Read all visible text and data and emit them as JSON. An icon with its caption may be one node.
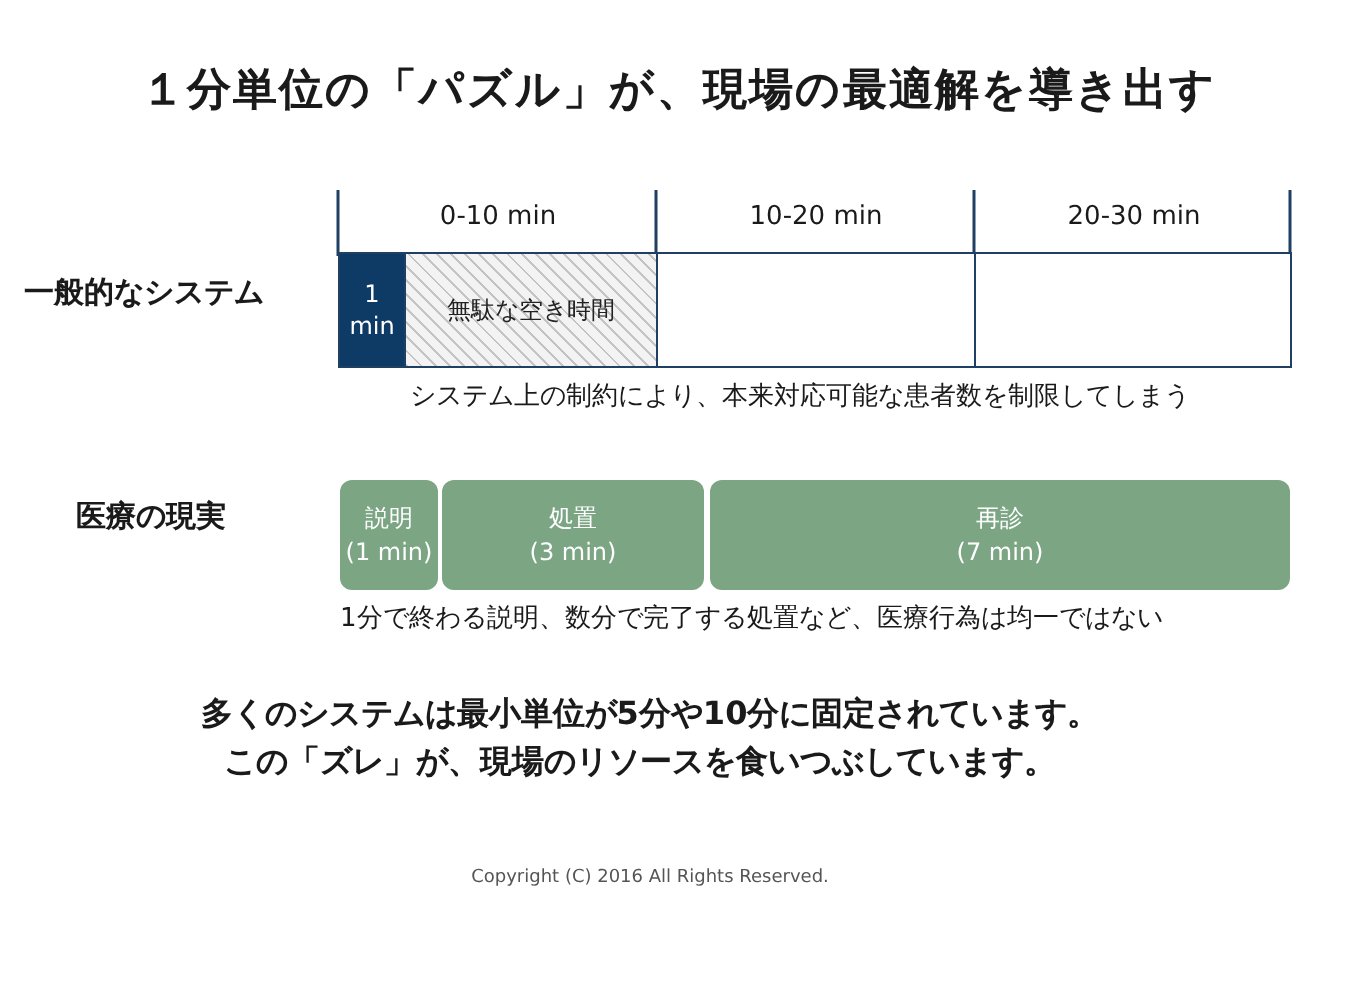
{
  "diagram": {
    "title": "１分単位の「パズル」が、現場の最適解を導き出す",
    "nodes": [
      {
        "text": [
          "1 min"
        ]
      },
      {
        "text": [
          "無駄な空き時間"
        ]
      },
      {
        "text": [],
        "shape": "box"
      },
      {
        "text": [],
        "shape": "box"
      },
      {
        "text": [
          "説明",
          "(1 min)"
        ]
      },
      {
        "text": [
          "処置",
          "(3 min)"
        ]
      },
      {
        "text": [
          "再診",
          "(7 min)"
        ]
      }
    ],
    "edges": [],
    "labels": [
      "0-10 min",
      "10-20 min",
      "20-30 min",
      "一般的なシステム",
      "システム上の制約により、本来対応可能な患者数を制限してしまう",
      "医療の現実",
      "1分で終わる説明、数分で完了する処置など、医療行為は均一ではない",
      "多くのシステムは最小単位が5分や10分に固定されています。",
      "この「ズレ」が、現場のリソースを食いつぶしています。",
      "Copyright (C) 2016 All Rights Reserved."
    ]
  }
}
